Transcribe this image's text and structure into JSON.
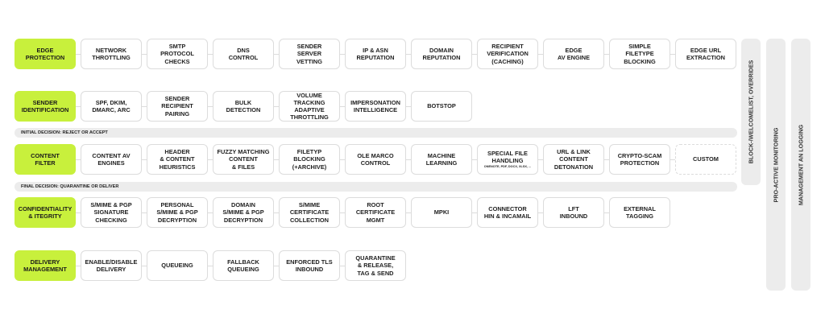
{
  "rows": [
    {
      "head": "EDGE\nPROTECTION",
      "items": [
        "NETWORK\nTHROTTLING",
        "SMTP\nPROTOCOL\nCHECKS",
        "DNS\nCONTROL",
        "SENDER\nSERVER\nVETTING",
        "IP & ASN\nREPUTATION",
        "DOMAIN\nREPUTATION",
        "RECIPIENT\nVERIFICATION\n(CACHING)",
        "EDGE\nAV ENGINE",
        "SIMPLE\nFILETYPE\nBLOCKING",
        "EDGE URL\nEXTRACTION"
      ]
    },
    {
      "head": "SENDER\nIDENTIFICATION",
      "items": [
        "SPF, DKIM,\nDMARC, ARC",
        "SENDER\nRECIPIENT\nPAIRING",
        "BULK\nDETECTION",
        "VOLUME\nTRACKING ADAPTIVE\nTHROTTLING",
        "IMPERSONATION\nINTELLIGENCE",
        "BOTSTOP"
      ]
    },
    {
      "head": "CONTENT\nFILTER",
      "items": [
        "CONTENT AV\nENGINES",
        "HEADER\n& CONTENT\nHEURISTICS",
        "FUZZY MATCHING\nCONTENT\n& FILES",
        "FILETYP\nBLOCKING\n(+ARCHIVE)",
        "OLE MARCO\nCONTROL",
        "MACHINE\nLEARNING",
        "SPECIAL FILE\nHANDLING",
        "URL & LINK\nCONTENT\nDETONATION",
        "CRYPTO-SCAM\nPROTECTION",
        "CUSTOM"
      ],
      "special_file_note": "ONENOTE, PDF, DOCX, XLSX, ..."
    },
    {
      "head": "CONFIDENTIALITY\n& ITEGRITY",
      "items": [
        "S/MIME & PGP\nSIGNATURE\nCHECKING",
        "PERSONAL\nS/MIME & PGP\nDECRYPTION",
        "DOMAIN\nS/MIME & PGP\nDECRYPTION",
        "S/MIME\nCERTIFICATE\nCOLLECTION",
        "ROOT\nCERTIFICATE\nMGMT",
        "MPKI",
        "CONNECTOR\nHIN & INCAMAIL",
        "LFT\nINBOUND",
        "EXTERNAL\nTAGGING"
      ]
    },
    {
      "head": "DELIVERY\nMANAGEMENT",
      "items": [
        "ENABLE/DISABLE\nDELIVERY",
        "QUEUEING",
        "FALLBACK\nQUEUEING",
        "ENFORCED TLS\nINBOUND",
        "QUARANTINE\n& RELEASE,\nTAG & SEND"
      ]
    }
  ],
  "decisions": {
    "initial": "INITIAL DECISION: REJECT OR ACCEPT",
    "final": "FINAL DECISION: QUARANTINE OR DELIVER"
  },
  "vertical_bars": [
    "BLOCK-/WELCOMELIST, OVERRIDES",
    "PRO-ACTIVE MONITORING",
    "MANAGEMENT AN LOGGING"
  ],
  "colors": {
    "accent": "#c8f03c",
    "bar": "#ececec"
  }
}
